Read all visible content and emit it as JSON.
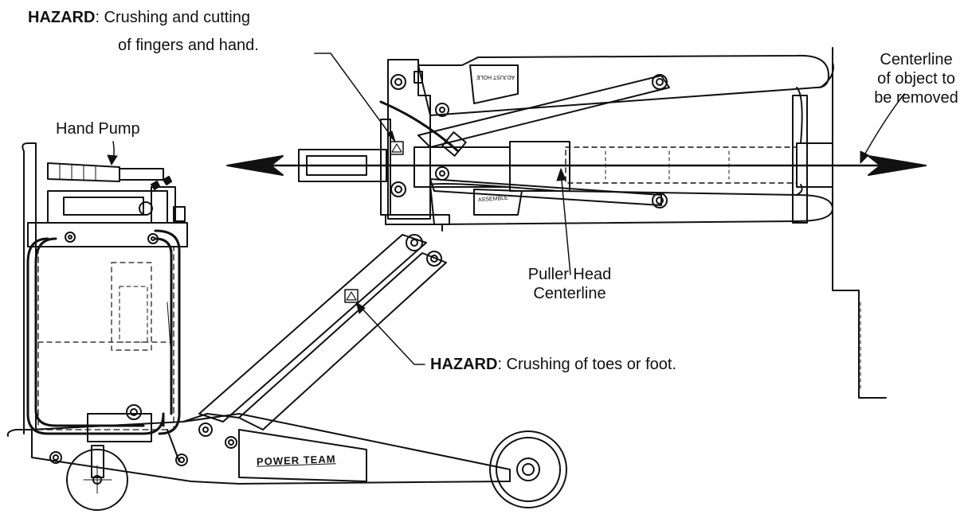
{
  "labels": {
    "hazard_hand": {
      "keyword": "HAZARD",
      "line1": ": Crushing and cutting",
      "line2": "of fingers and hand."
    },
    "hand_pump": "Hand Pump",
    "object_centerline": {
      "line1": "Centerline",
      "line2": "of object to",
      "line3": "be removed"
    },
    "puller_head": {
      "line1": "Puller Head",
      "line2": "Centerline"
    },
    "hazard_foot": {
      "keyword": "HAZARD",
      "text": ": Crushing of toes or foot."
    }
  },
  "decals": {
    "brand": "POWER TEAM",
    "top_decal": "ADJUST HOLE",
    "bottom_decal": "ASSEMBLE"
  },
  "colors": {
    "ink": "#111111",
    "paper": "#ffffff"
  }
}
